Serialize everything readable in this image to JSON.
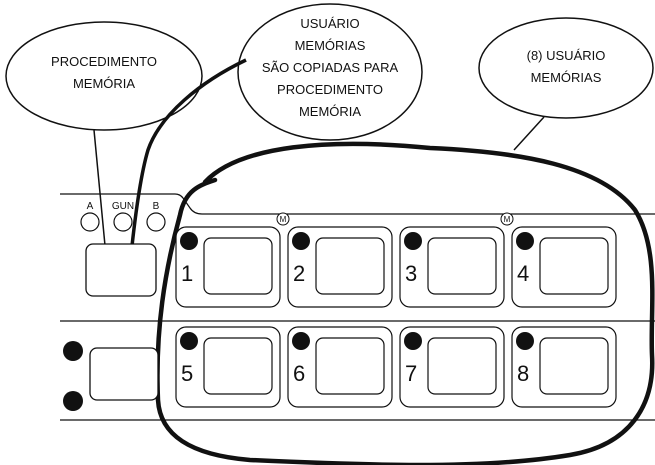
{
  "callouts": {
    "procedure_memory": [
      "PROCEDIMENTO",
      "MEMÓRIA"
    ],
    "user_memories_copied": [
      "USUÁRIO",
      "MEMÓRIAS",
      "SÃO COPIADAS PARA",
      "PROCEDIMENTO",
      "MEMÓRIA"
    ],
    "eight_user_memories": [
      "(8) USUÁRIO",
      "MEMÓRIAS"
    ]
  },
  "panel": {
    "indicator_a": "A",
    "indicator_gun": "GUN",
    "indicator_b": "B",
    "memory_marker": "M",
    "memory_buttons": [
      "1",
      "2",
      "3",
      "4",
      "5",
      "6",
      "7",
      "8"
    ]
  }
}
